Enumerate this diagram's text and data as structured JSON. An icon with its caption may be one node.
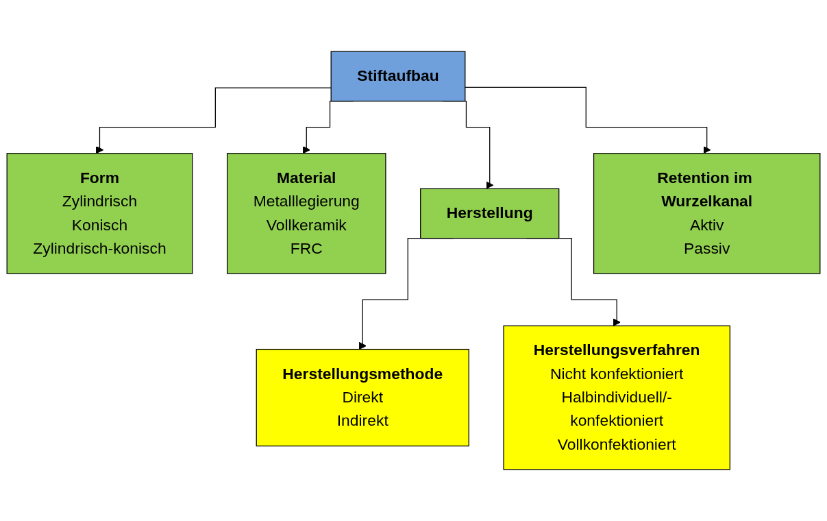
{
  "diagram": {
    "nodes": [
      {
        "text": [
          "Stiftaufbau"
        ]
      },
      {
        "text": [
          "Form",
          "Zylindrisch",
          "Konisch",
          "Zylindrisch-konisch"
        ]
      },
      {
        "text": [
          "Material",
          "Metalllegierung",
          "Vollkeramik",
          "FRC"
        ]
      },
      {
        "text": [
          "Herstellung"
        ]
      },
      {
        "text": [
          "Retention im Wurzelkanal",
          "Aktiv",
          "Passiv"
        ]
      },
      {
        "text": [
          "Herstellungsmethode",
          "Direkt",
          "Indirekt"
        ]
      },
      {
        "text": [
          "Herstellungsverfahren",
          "Nicht konfektioniert",
          "Halbindividuell/-konfektioniert",
          "Vollkonfektioniert"
        ]
      }
    ],
    "edges": [
      {
        "from": 0,
        "to": 1,
        "arrow": "to"
      },
      {
        "from": 0,
        "to": 3,
        "arrow": "to"
      },
      {
        "from": 0,
        "to": 4,
        "arrow": "to"
      },
      {
        "from": 0,
        "to": 2,
        "arrow": "to"
      },
      {
        "from": 3,
        "to": 5,
        "arrow": "to"
      },
      {
        "from": 3,
        "to": 6,
        "arrow": "to"
      }
    ]
  }
}
